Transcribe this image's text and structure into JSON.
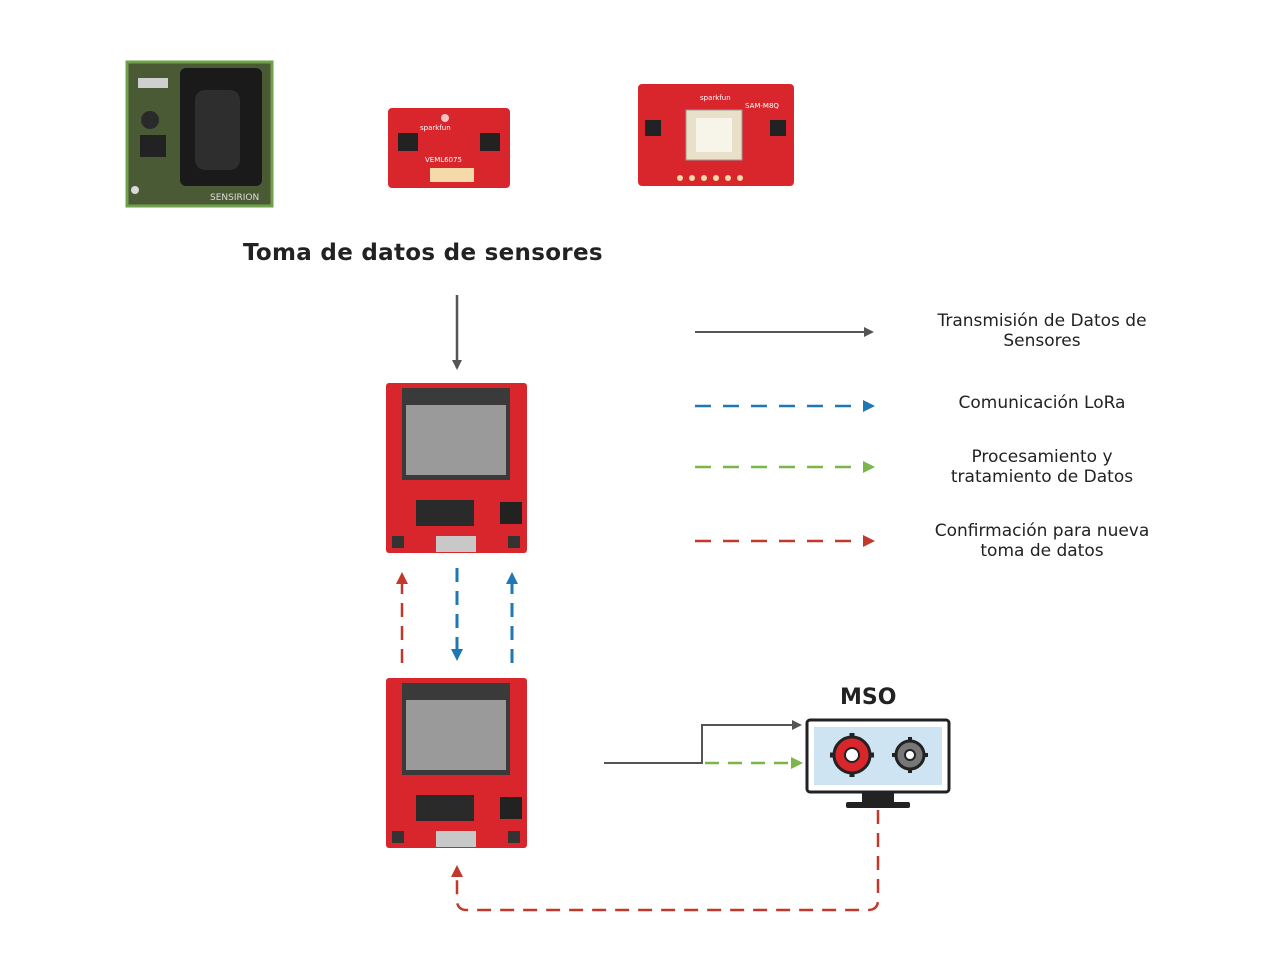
{
  "caption": "Toma de datos de sensores",
  "legend": [
    {
      "line1": "Transmisión de Datos de",
      "line2": "Sensores",
      "style": "solid",
      "color": "#555555"
    },
    {
      "line1": "Comunicación LoRa",
      "line2": "",
      "style": "dashed",
      "color": "#1f77b4"
    },
    {
      "line1": "Procesamiento y",
      "line2": "tratamiento de Datos",
      "style": "dashed",
      "color": "#7ab648"
    },
    {
      "line1": "Confirmación para nueva",
      "line2": "toma de datos",
      "style": "dashed",
      "color": "#c0392b"
    }
  ],
  "mso": {
    "label": "MSO"
  },
  "sensors": {
    "sensor1": {
      "brand": "SENSIRION"
    },
    "sensor2": {
      "brand": "sparkfun",
      "model": "VEML6075"
    },
    "sensor3": {
      "brand": "sparkfun",
      "model": "SAM-M8Q"
    }
  },
  "colors": {
    "solid": "#555555",
    "lora": "#1f77b4",
    "processing": "#7ab648",
    "confirm": "#c0392b",
    "board_red": "#d8262c",
    "sensirion_green": "#3d4a2c"
  },
  "icons": [
    "down-arrow-icon",
    "gear-icon",
    "monitor-icon"
  ]
}
